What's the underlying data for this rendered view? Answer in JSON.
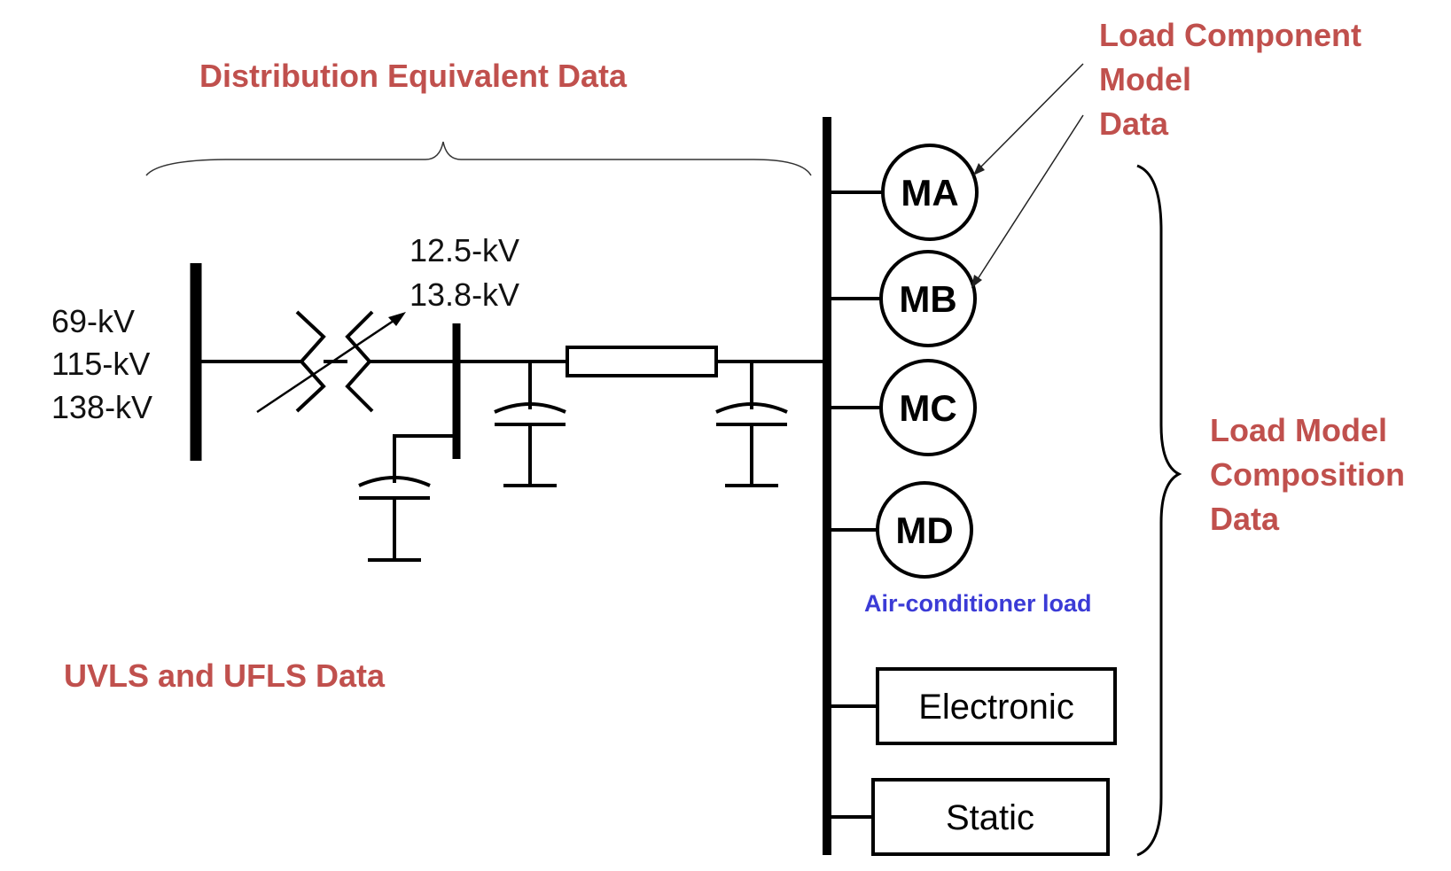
{
  "labels": {
    "distribution_equivalent": "Distribution Equivalent Data",
    "load_component_model": [
      "Load Component",
      "Model",
      "Data"
    ],
    "load_model_composition": [
      "Load Model",
      "Composition",
      "Data"
    ],
    "uvls_ufls": "UVLS and UFLS Data",
    "air_conditioner": "Air-conditioner load"
  },
  "voltages": {
    "transmission": [
      "69-kV",
      "115-kV",
      "138-kV"
    ],
    "distribution": [
      "12.5-kV",
      "13.8-kV"
    ]
  },
  "motors": [
    "MA",
    "MB",
    "MC",
    "MD"
  ],
  "load_boxes": [
    "Electronic",
    "Static"
  ],
  "colors": {
    "category_label": "#c0504d",
    "note_label": "#3b3bd6",
    "line": "#000000"
  }
}
